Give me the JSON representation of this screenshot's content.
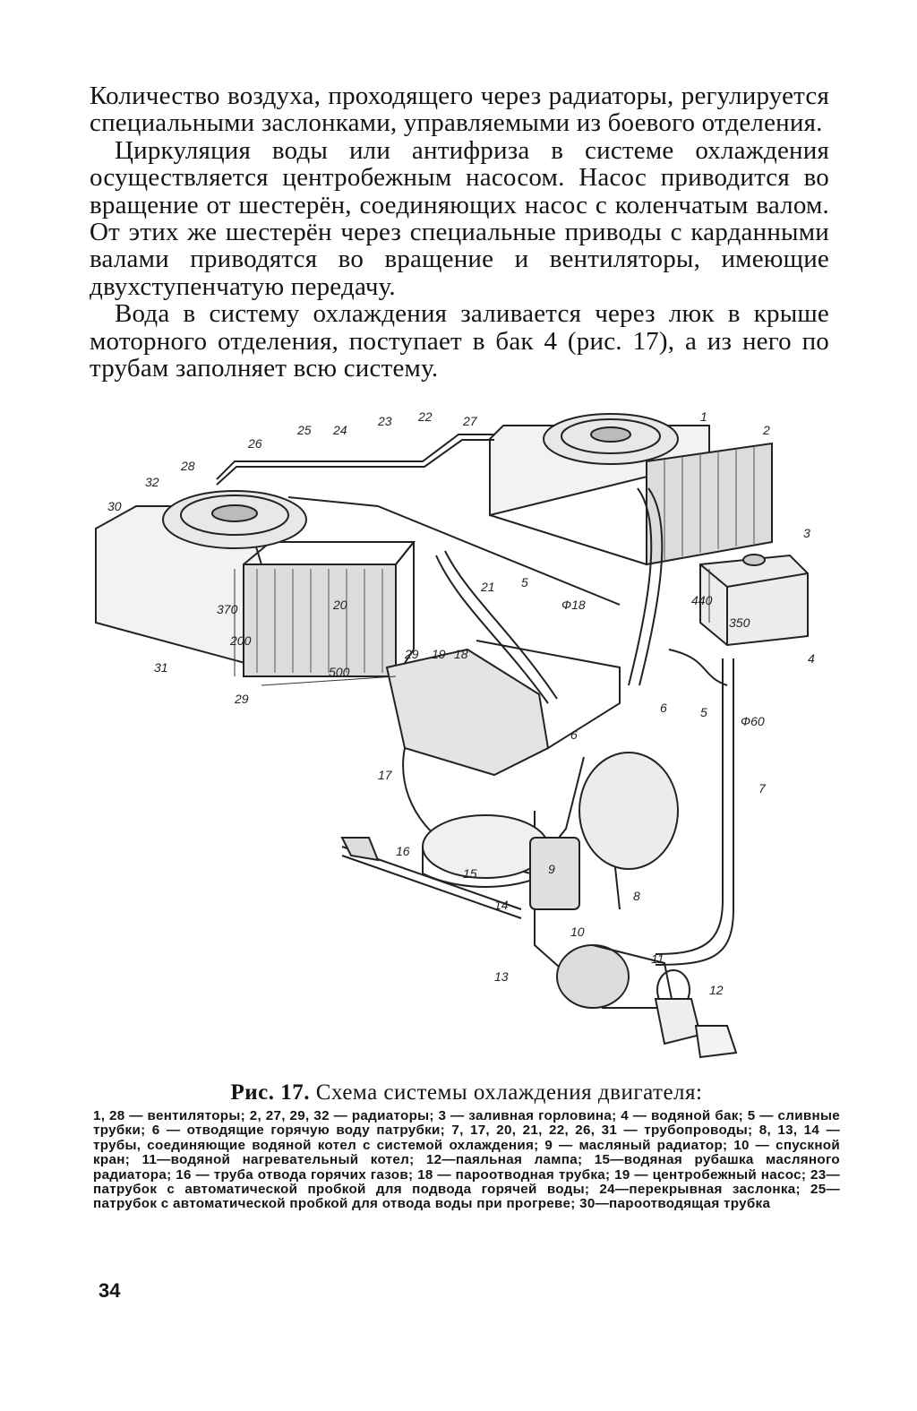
{
  "text": {
    "p1": "Количество воздуха, проходящего через радиаторы, регулируется специальными заслонками, управляемыми из боевого отделения.",
    "p2": "Циркуляция воды или антифриза в системе охлаждения осуществляется центробежным насосом. Насос приводится во вращение от шестерён, соединяющих насос с коленчатым валом. От этих же шестерён через специальные приводы с карданными валами приводятся во вращение и вентиляторы, имеющие двухступенчатую передачу.",
    "p3": "Вода в систему охлаждения заливается через люк в крыше моторного отделения, поступает в бак 4 (рис. 17), а из него по трубам заполняет всю систему."
  },
  "figure": {
    "labels": {
      "l1": "1",
      "l2": "2",
      "l3": "3",
      "l4": "4",
      "l5": "5",
      "l5b": "5",
      "l6": "6",
      "l6b": "6",
      "l7": "7",
      "l8": "8",
      "l9": "9",
      "l10": "10",
      "l11": "11",
      "l12": "12",
      "l13": "13",
      "l14": "14",
      "l15": "15",
      "l16": "16",
      "l17": "17",
      "l18": "18",
      "l19": "19",
      "l20": "20",
      "l21": "21",
      "l22": "22",
      "l23": "23",
      "l24": "24",
      "l25": "25",
      "l26": "26",
      "l27": "27",
      "l28": "28",
      "l29": "29",
      "l29b": "29",
      "l30": "30",
      "l31": "31",
      "l32": "32"
    },
    "dimensions": {
      "d500": "500",
      "d370": "370",
      "d200": "200",
      "d440": "440",
      "d350": "350",
      "phi60": "Ф60",
      "phi18": "Ф18"
    }
  },
  "caption": {
    "prefix": "Рис. 17.",
    "title": "Схема системы охлаждения двигателя:",
    "legend": "1, 28 — вентиляторы; 2, 27, 29, 32 — радиаторы; 3 — заливная горловина; 4 — водяной бак; 5 — сливные трубки; 6 — отводящие горячую воду патрубки; 7, 17, 20, 21, 22, 26, 31 — трубопроводы; 8, 13, 14 — трубы, соединяющие водяной котел с системой охлаждения; 9 — масляный радиатор; 10 — спускной кран; 11—водяной нагревательный котел; 12—паяльная лампа; 15—водяная рубашка масляного радиатора; 16 — труба отвода горячих газов; 18 — пароотводная трубка; 19 — центробежный насос; 23—патрубок с автоматической пробкой для подвода горячей воды; 24—перекрывная заслонка; 25—патрубок с автоматической пробкой для отвода воды при прогреве; 30—пароотводящая трубка"
  },
  "page_number": "34"
}
